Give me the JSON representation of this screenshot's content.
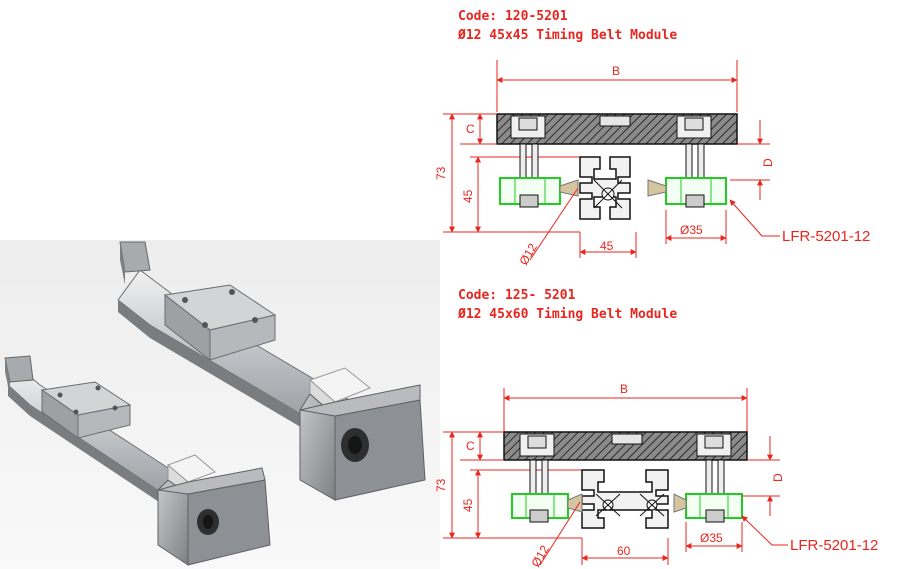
{
  "modules": [
    {
      "code": "Code: 120-5201",
      "name": "Ø12 45x45 Timing Belt Module",
      "dim_B": "B",
      "dim_C": "C",
      "dim_D": "D",
      "dim_height": "73",
      "dim_profile_height": "45",
      "dim_profile_width": "45",
      "dim_roller": "Ø35",
      "dim_belt": "Ø12",
      "part": "LFR-5201-12"
    },
    {
      "code": "Code: 125- 5201",
      "name": "Ø12 45x60 Timing Belt Module",
      "dim_B": "B",
      "dim_C": "C",
      "dim_D": "D",
      "dim_height": "73",
      "dim_profile_height": "45",
      "dim_profile_width": "60",
      "dim_roller": "Ø35",
      "dim_belt": "Ø12",
      "part": "LFR-5201-12"
    }
  ],
  "colors": {
    "dimension": "#e8261f",
    "roller": "#22cc22",
    "hatch": "#4a4a4a"
  }
}
